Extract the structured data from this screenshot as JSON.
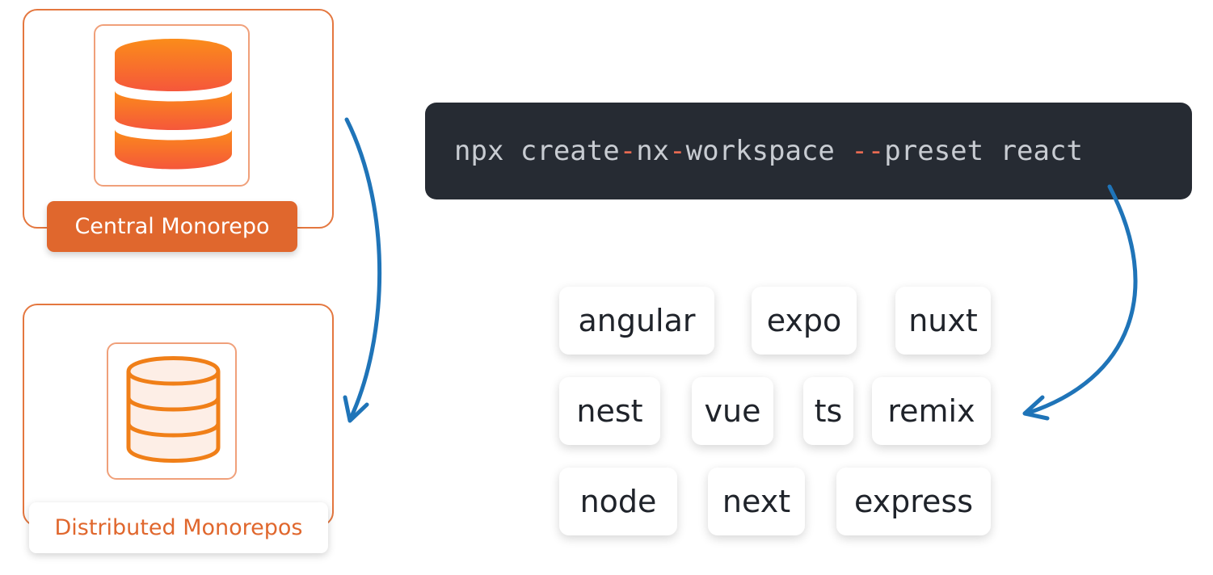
{
  "left": {
    "central_label": "Central Monorepo",
    "distributed_label": "Distributed Monorepos"
  },
  "command": {
    "parts": [
      "npx create",
      "-",
      "nx",
      "-",
      "workspace ",
      "--",
      "preset react"
    ]
  },
  "frameworks": {
    "angular": "angular",
    "expo": "expo",
    "nuxt": "nuxt",
    "nest": "nest",
    "vue": "vue",
    "ts": "ts",
    "remix": "remix",
    "node": "node",
    "next": "next",
    "express": "express"
  },
  "colors": {
    "accent": "#e0672d",
    "arrow": "#1f74b8",
    "terminal_bg": "#262b33",
    "terminal_dash": "#e86a52"
  },
  "icons": {
    "central": "database-filled-icon",
    "distributed": "database-outline-icon"
  }
}
